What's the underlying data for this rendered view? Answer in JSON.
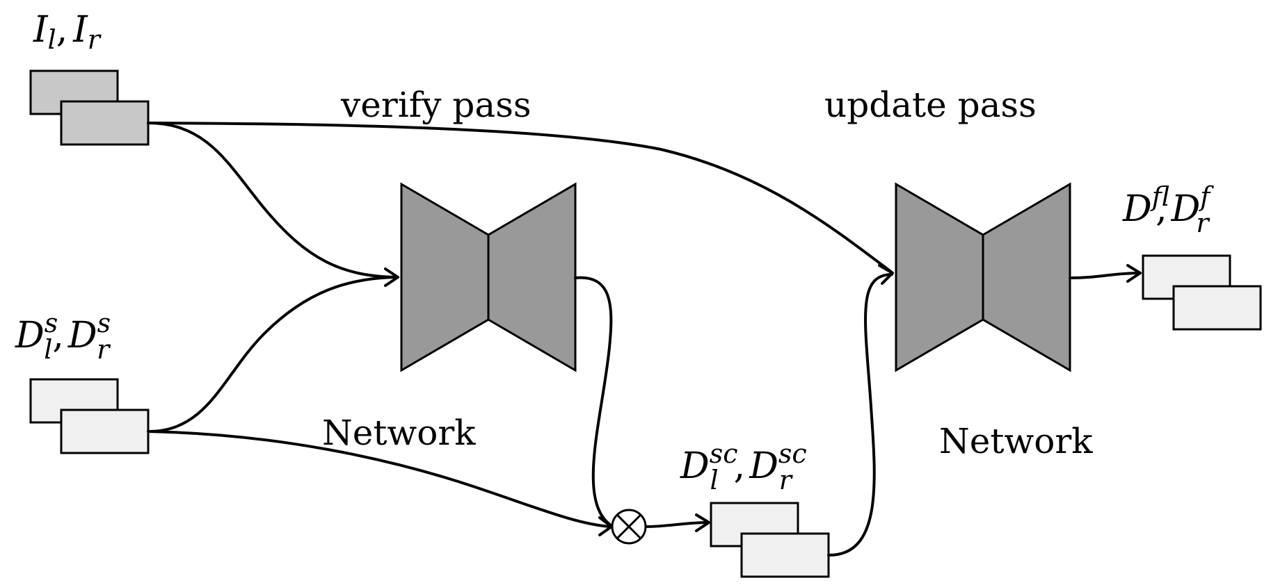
{
  "passes": {
    "verify": "verify pass",
    "update": "update pass"
  },
  "networks": {
    "first": "Network",
    "second": "Network"
  },
  "inputs": {
    "images": {
      "first": "I",
      "first_sub": "l",
      "sep": ",",
      "second": "I",
      "second_sub": "r"
    },
    "sparse": {
      "first": "D",
      "first_sup": "s",
      "first_sub": "l",
      "sep": ",",
      "second": "D",
      "second_sup": "s",
      "second_sub": "r"
    }
  },
  "intermediate": {
    "sc": {
      "first": "D",
      "first_sup": "sc",
      "first_sub": "l",
      "sep": ",",
      "second": "D",
      "second_sup": "sc",
      "second_sub": "r"
    }
  },
  "outputs": {
    "final": {
      "first": "D",
      "first_sup": "f",
      "first_sub": "l",
      "sep": ",",
      "second": "D",
      "second_sup": "f",
      "second_sub": "r"
    }
  },
  "colors": {
    "image_tensor": "#c8c8c8",
    "disparity_tensor": "#f0f0f0",
    "network": "#999999",
    "line": "#000000"
  },
  "icons": {
    "multiply": "circled-times-icon"
  }
}
